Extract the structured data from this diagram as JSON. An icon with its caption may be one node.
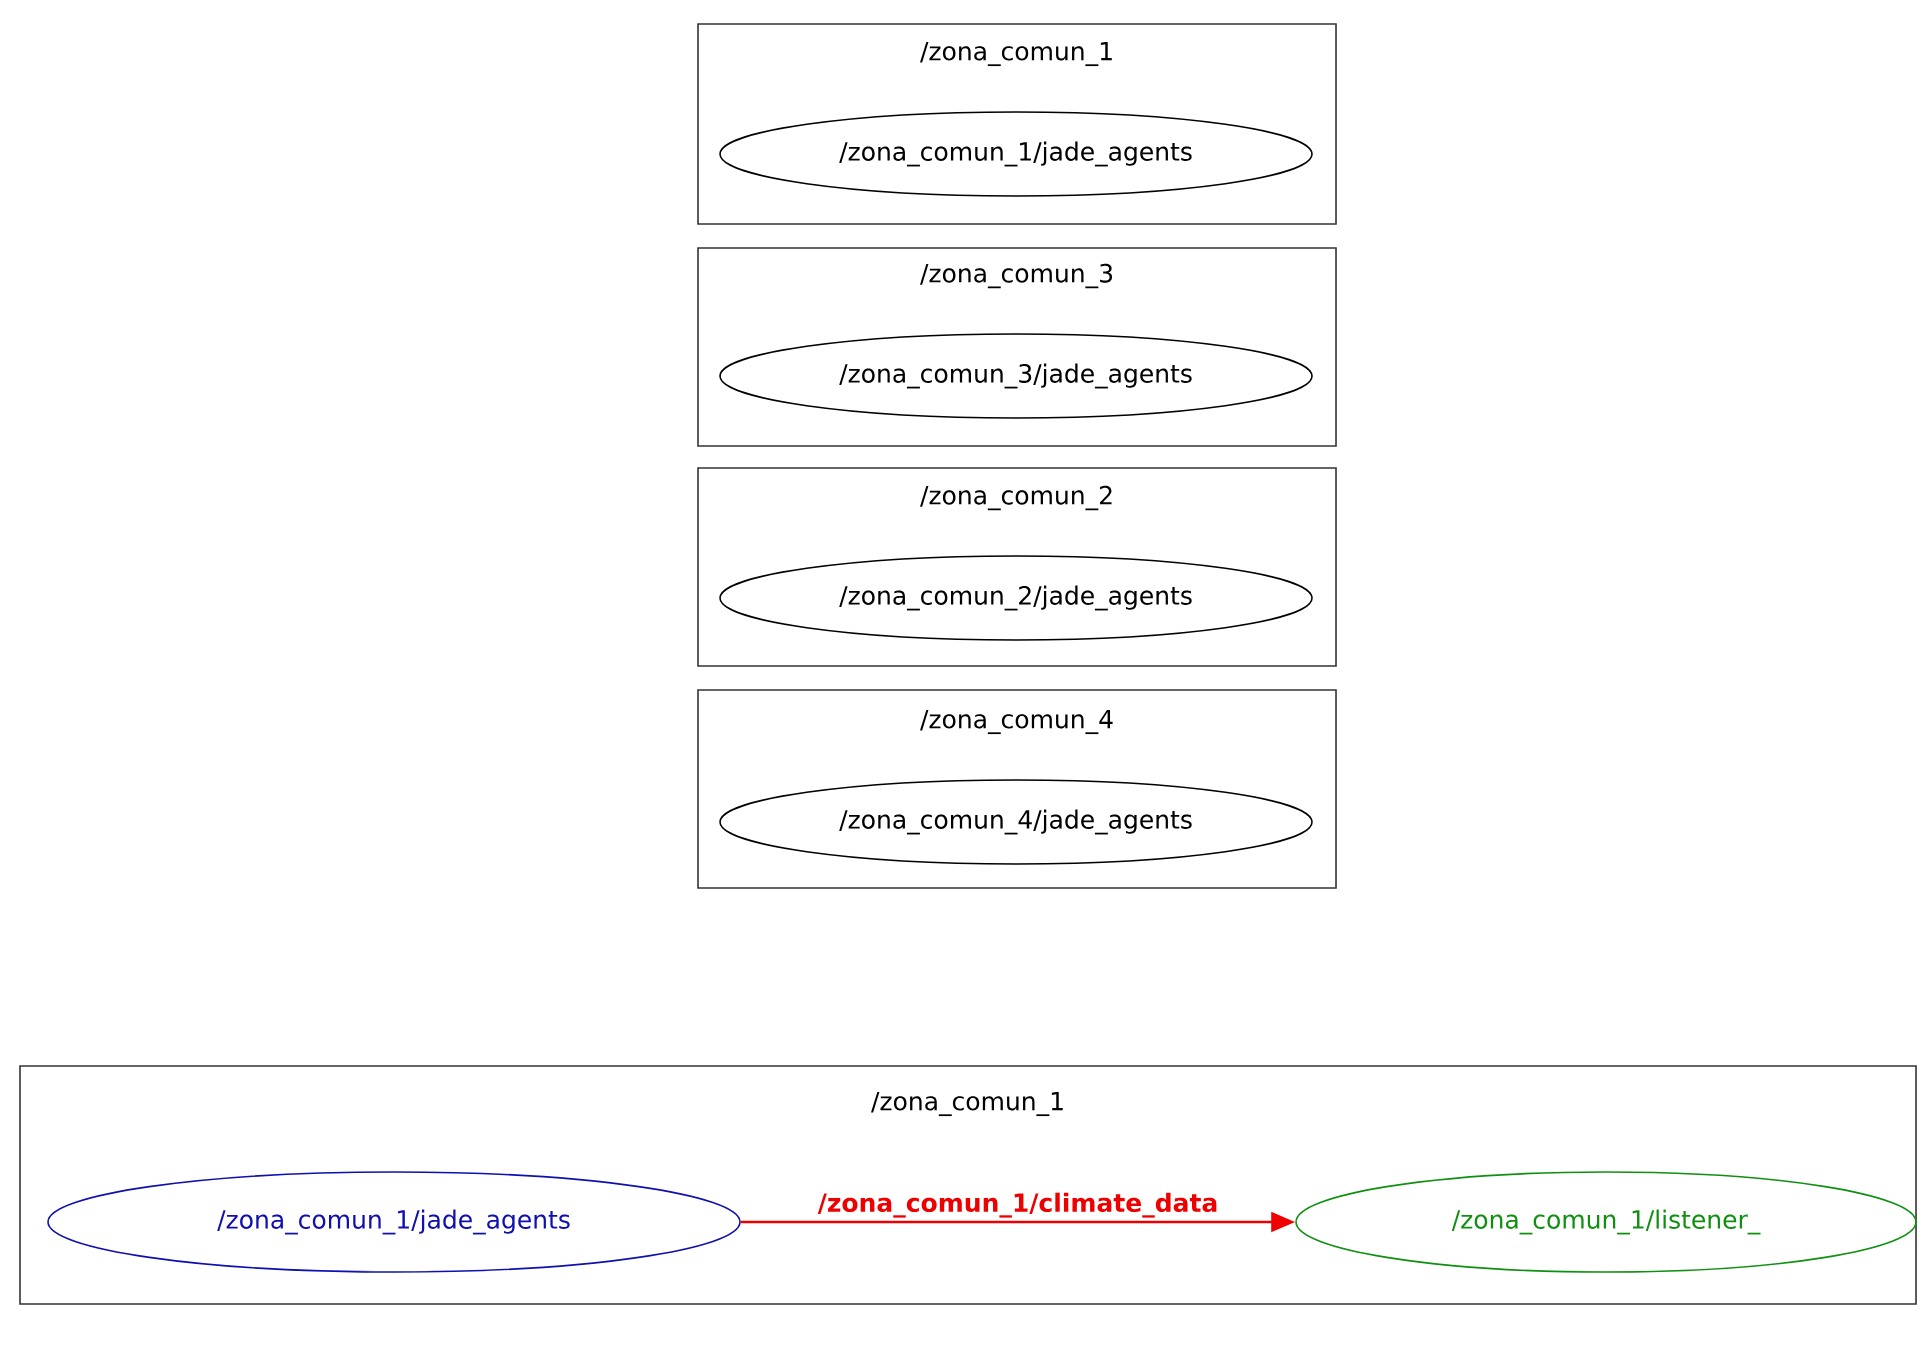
{
  "diagram": {
    "nodes": [
      {
        "text": [
          "/zona_comun_1"
        ]
      },
      {
        "text": [
          "/zona_comun_1/jade_agents"
        ],
        "in": 0
      },
      {
        "text": [
          "/zona_comun_3"
        ]
      },
      {
        "text": [
          "/zona_comun_3/jade_agents"
        ],
        "in": 2
      },
      {
        "text": [
          "/zona_comun_2"
        ]
      },
      {
        "text": [
          "/zona_comun_2/jade_agents"
        ],
        "in": 4
      },
      {
        "text": [
          "/zona_comun_4"
        ]
      },
      {
        "text": [
          "/zona_comun_4/jade_agents"
        ],
        "in": 6
      },
      {
        "text": [
          "/zona_comun_1"
        ]
      },
      {
        "text": [
          "/zona_comun_1/jade_agents"
        ],
        "in": 8
      },
      {
        "text": [
          "/zona_comun_1/listener_"
        ],
        "in": 8
      }
    ],
    "edges": [
      {
        "from": 9,
        "to": 10,
        "arrow": "to",
        "label": "/zona_comun_1/climate_data",
        "color": "#ee0000"
      }
    ]
  }
}
